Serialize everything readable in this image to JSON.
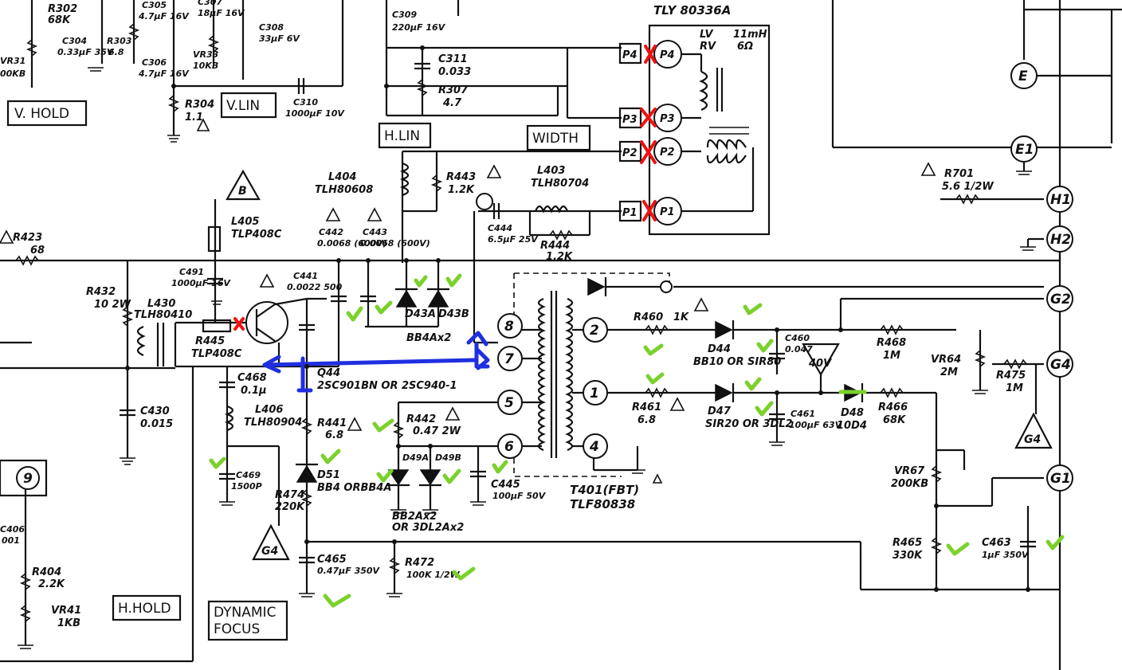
{
  "boxed_labels": {
    "v_hold": "V. HOLD",
    "v_lin": "V.LIN",
    "h_lin": "H.LIN",
    "width": "WIDTH",
    "h_hold": "H.HOLD",
    "dynamic_focus_line1": "DYNAMIC",
    "dynamic_focus_line2": "FOCUS"
  },
  "transformer_top": {
    "title": "TLY 80336A",
    "lv": "LV",
    "rv": "RV",
    "inductance": "11mH",
    "resistance": "6Ω",
    "pins": [
      "P4",
      "P3",
      "P2",
      "P1"
    ]
  },
  "fbt": {
    "name": "T401(FBT)",
    "part": "TLF80838",
    "pins_left": [
      "8",
      "7",
      "5",
      "6"
    ],
    "pins_right": [
      "2",
      "1",
      "4"
    ]
  },
  "crt_nodes": [
    "E",
    "E1",
    "H1",
    "H2",
    "G2",
    "G4",
    "G1"
  ],
  "reference_triangles": [
    "B",
    "G4",
    "G4",
    "40V"
  ],
  "connector_9": "9",
  "components": [
    {
      "ref": "R302",
      "value": "68K"
    },
    {
      "ref": "C304",
      "value": "0.33µF 35V"
    },
    {
      "ref": "R303",
      "value": "6.8"
    },
    {
      "ref": "VR31",
      "value": "00KB"
    },
    {
      "ref": "C305",
      "value": "4.7µF 16V"
    },
    {
      "ref": "C306",
      "value": "4.7µF 16V"
    },
    {
      "ref": "C307",
      "value": "18µF 16V"
    },
    {
      "ref": "VR33",
      "value": "10KB"
    },
    {
      "ref": "C308",
      "value": "33µF 6V"
    },
    {
      "ref": "C309",
      "value": "220µF 16V"
    },
    {
      "ref": "C311",
      "value": "0.033"
    },
    {
      "ref": "R307",
      "value": "4.7"
    },
    {
      "ref": "C310",
      "value": "1000µF 10V"
    },
    {
      "ref": "R304",
      "value": "1.1"
    },
    {
      "ref": "L404",
      "value": "TLH80608"
    },
    {
      "ref": "R443",
      "value": "1.2K"
    },
    {
      "ref": "L403",
      "value": "TLH80704"
    },
    {
      "ref": "C444",
      "value": "6.5µF 25V"
    },
    {
      "ref": "R444",
      "value": "1.2K"
    },
    {
      "ref": "L405",
      "value": "TLP408C"
    },
    {
      "ref": "R423",
      "value": "68"
    },
    {
      "ref": "C442",
      "value": "0.0068 (600V)"
    },
    {
      "ref": "C443",
      "value": "0.0068 (600V)"
    },
    {
      "ref": "C491",
      "value": "1000µF 16V"
    },
    {
      "ref": "C441",
      "value": "0.0022 500"
    },
    {
      "ref": "R432",
      "value": "10 2W"
    },
    {
      "ref": "L430",
      "value": "TLH80410"
    },
    {
      "ref": "R445",
      "value": "TLP408C"
    },
    {
      "ref": "D43A",
      "value": ""
    },
    {
      "ref": "D43B",
      "value": ""
    },
    {
      "ref": "BB4Ax2",
      "value": ""
    },
    {
      "ref": "Q44",
      "value": "2SC901BN OR 2SC940-1"
    },
    {
      "ref": "C468",
      "value": "0.1µ"
    },
    {
      "ref": "C430",
      "value": "0.015"
    },
    {
      "ref": "L406",
      "value": "TLH80904"
    },
    {
      "ref": "R441",
      "value": "6.8"
    },
    {
      "ref": "R442",
      "value": "0.47 2W"
    },
    {
      "ref": "D49A",
      "value": ""
    },
    {
      "ref": "D49B",
      "value": ""
    },
    {
      "ref": "BB2Ax2",
      "value": "OR 3DL2Ax2"
    },
    {
      "ref": "C469",
      "value": "1500P"
    },
    {
      "ref": "R474",
      "value": "220K"
    },
    {
      "ref": "D51",
      "value": "BB4 ORBB4A"
    },
    {
      "ref": "C445",
      "value": "100µF 50V"
    },
    {
      "ref": "C465",
      "value": "0.47µF 350V"
    },
    {
      "ref": "R472",
      "value": "100K 1/2W"
    },
    {
      "ref": "C406",
      "value": "001"
    },
    {
      "ref": "R404",
      "value": "2.2K"
    },
    {
      "ref": "VR41",
      "value": "1KB"
    },
    {
      "ref": "R460",
      "value": "1K"
    },
    {
      "ref": "D44",
      "value": "BB10 OR SIR80"
    },
    {
      "ref": "C460",
      "value": "0.047"
    },
    {
      "ref": "R468",
      "value": "1M"
    },
    {
      "ref": "R461",
      "value": "6.8"
    },
    {
      "ref": "D47",
      "value": "SIR20 OR 3DL2"
    },
    {
      "ref": "C461",
      "value": "100µF 63V"
    },
    {
      "ref": "D48",
      "value": "10D4"
    },
    {
      "ref": "R466",
      "value": "68K"
    },
    {
      "ref": "R701",
      "value": "5.6 1/2W"
    },
    {
      "ref": "VR64",
      "value": "2M"
    },
    {
      "ref": "R475",
      "value": "1M"
    },
    {
      "ref": "VR67",
      "value": "200KB"
    },
    {
      "ref": "R465",
      "value": "330K"
    },
    {
      "ref": "C463",
      "value": "1µF 350V"
    }
  ]
}
